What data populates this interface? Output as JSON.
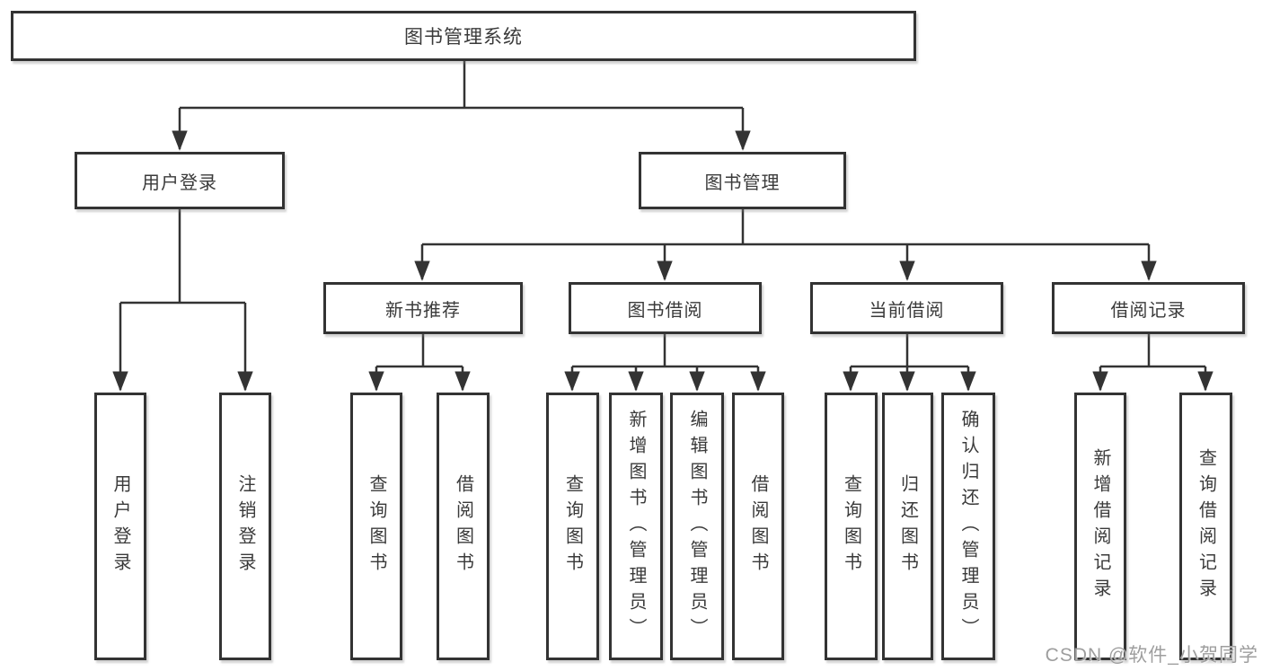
{
  "diagram": {
    "title_node": {
      "label": "图书管理系统"
    },
    "level1": [
      {
        "label": "用户登录"
      },
      {
        "label": "图书管理"
      }
    ],
    "level2": [
      {
        "label": "新书推荐"
      },
      {
        "label": "图书借阅"
      },
      {
        "label": "当前借阅"
      },
      {
        "label": "借阅记录"
      }
    ],
    "level3": [
      {
        "label": "用户登录"
      },
      {
        "label": "注销登录"
      },
      {
        "label": "查询图书"
      },
      {
        "label": "借阅图书"
      },
      {
        "label": "查询图书"
      },
      {
        "label": "新增图书（管理员）"
      },
      {
        "label": "编辑图书（管理员）"
      },
      {
        "label": "借阅图书"
      },
      {
        "label": "查询图书"
      },
      {
        "label": "归还图书"
      },
      {
        "label": "确认归还（管理员）"
      },
      {
        "label": "新增借阅记录"
      },
      {
        "label": "查询借阅记录"
      }
    ]
  },
  "watermark": {
    "text": "CSDN @软件_小贺同学"
  },
  "colors": {
    "line": "#333333",
    "box_border": "#333333",
    "text": "#3a3a3a",
    "watermark": "#9e9e9e",
    "background": "#ffffff"
  }
}
